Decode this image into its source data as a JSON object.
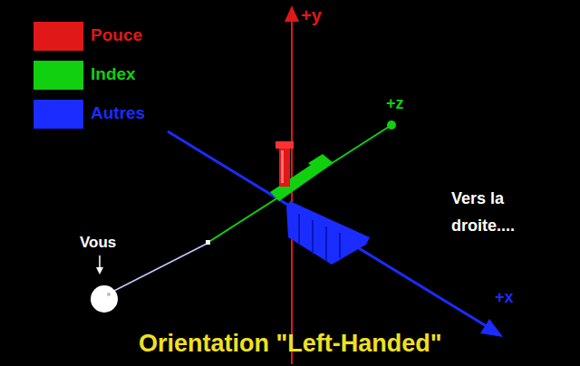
{
  "diagram": {
    "caption": "Orientation \"Left-Handed\"",
    "labels": [
      "+y",
      "+z",
      "+x",
      "Vous",
      "Vers la droite...."
    ],
    "legend": [
      {
        "text": "Pouce",
        "color": "#e01818"
      },
      {
        "text": "Index",
        "color": "#10d010"
      },
      {
        "text": "Autres",
        "color": "#1a2cff"
      }
    ]
  }
}
